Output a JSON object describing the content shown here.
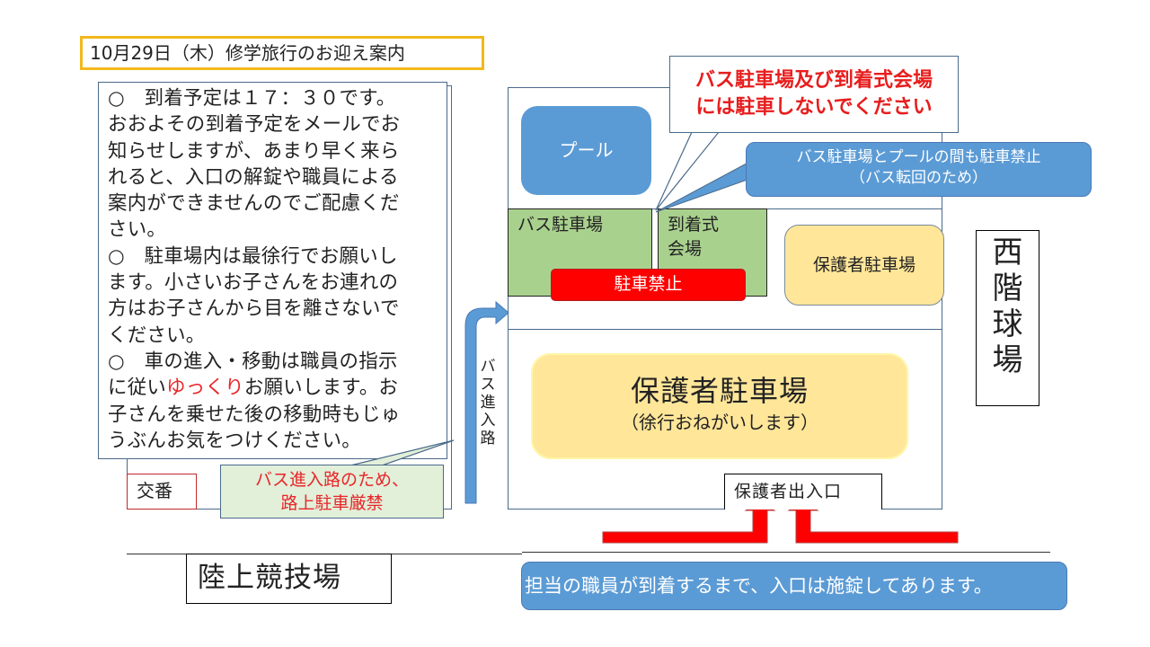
{
  "title": "10月29日（木）修学旅行のお迎え案内",
  "info": {
    "paragraphs": [
      {
        "lines": [
          "○　到着予定は１７：３０です。",
          "おおよその到着予定をメールでお",
          "知らせしますが、あまり早く来ら",
          "れると、入口の解錠や職員による",
          "案内ができませんのでご配慮くだ",
          "さい。"
        ]
      },
      {
        "lines": [
          "○　駐車場内は最徐行でお願いし",
          "ます。小さいお子さんをお連れの",
          "方はお子さんから目を離さないで",
          "ください。"
        ]
      },
      {
        "line1": "○　車の進入・移動は職員の指示",
        "line2_before": "に従い",
        "line2_highlight": "ゆっくり",
        "line2_after": "お願いします。お",
        "line3": "子さんを乗せた後の移動時もじゅ",
        "line4": "うぶんお気をつけください。"
      }
    ],
    "highlight_color": "#e8262a"
  },
  "labels": {
    "koban": "交番",
    "road_no_parking": [
      "バス進入路のため、",
      "路上駐車厳禁"
    ],
    "track_field": "陸上競技場",
    "pool": "プール",
    "bus_parking": "バス駐車場",
    "ceremony_venue": [
      "到着式",
      "会場"
    ],
    "no_parking": "駐車禁止",
    "parent_parking_small": "保護者駐車場",
    "parent_parking_big": "保護者駐車場",
    "parent_parking_big_sub": "（徐行おねがいします）",
    "west_field": [
      "西",
      "階",
      "球",
      "場"
    ],
    "bus_entry_road": [
      "バ",
      "ス",
      "進",
      "入",
      "路"
    ],
    "parent_gate": "保護者出入口"
  },
  "callouts": {
    "red_warning": [
      "バス駐車場及び到着式会場",
      "には駐車しないでください"
    ],
    "blue_note": [
      "バス駐車場とプールの間も駐車禁止",
      "（バス転回のため）"
    ],
    "lock_note": "担当の職員が到着するまで、入口は施錠してあります。"
  },
  "colors": {
    "title_border": "#f2b81c",
    "blue_shape": "#5b9bd5",
    "green_area": "#a9d18e",
    "yellow_area": "#ffe699",
    "red_alert": "#ff0000",
    "warn_text": "#e8262a"
  }
}
